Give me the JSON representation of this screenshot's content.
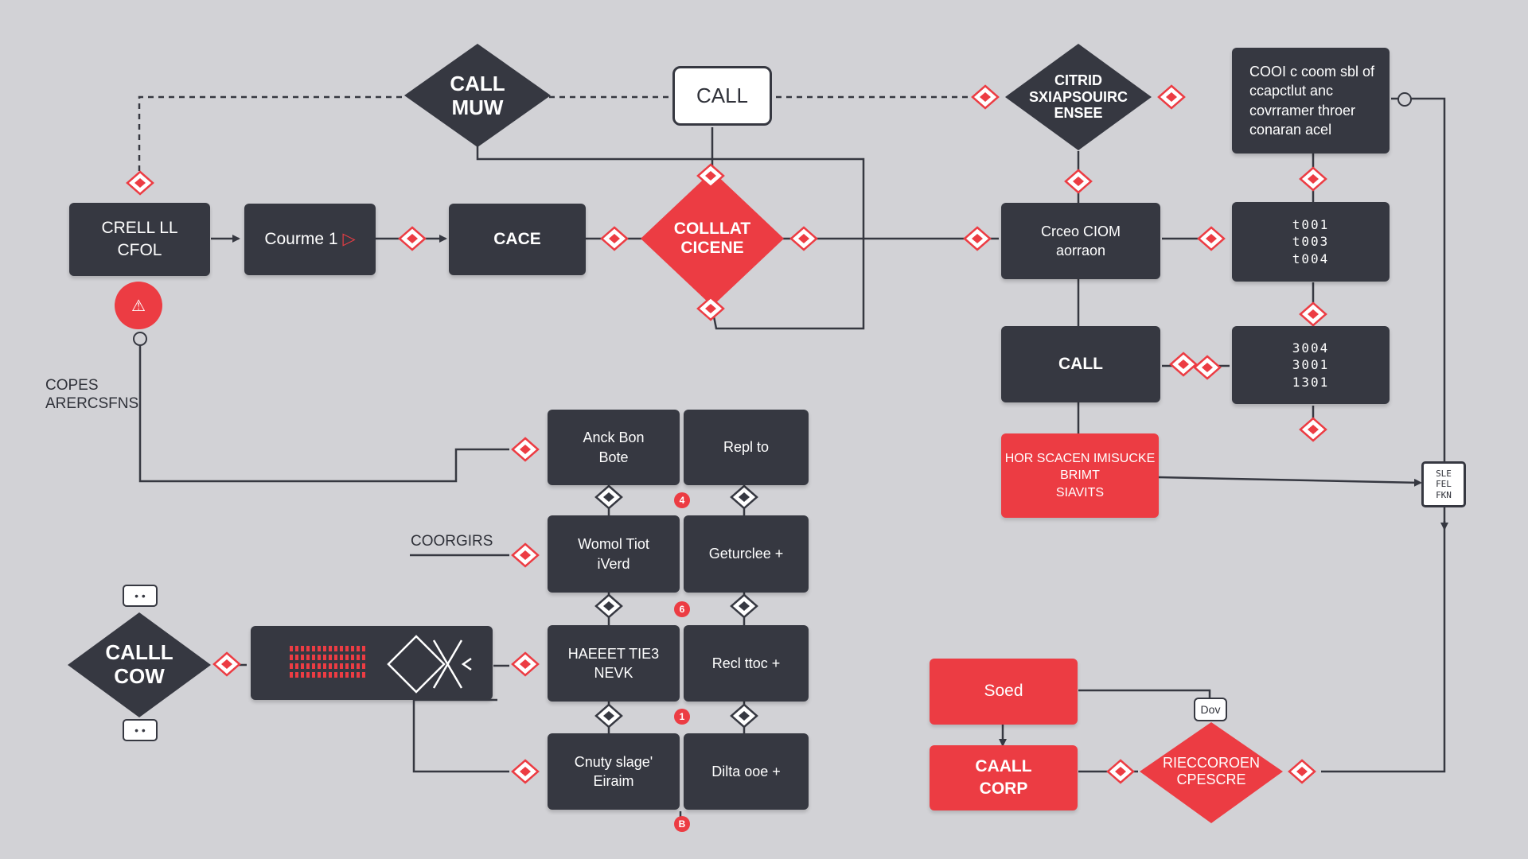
{
  "colors": {
    "background": "#d2d2d6",
    "dark": "#363841",
    "red": "#ec3c43",
    "white": "#ffffff"
  },
  "nodes": {
    "top_diamond": "CALL\nMUW",
    "top_call": "CALL",
    "top_right_diamond": "CITRID\nSXIAPSOUIRC\nENSEE",
    "top_right_box": "COOI c coom sbl of\nccapctlut anc\ncovrramer throer\nconaran acel",
    "crell_cfol": "CRELL LL\nCFOL",
    "courme": "Courme 1",
    "cace": "CACE",
    "center_diamond": "COLLLAT\nCICENE",
    "crceo_ciom": "Crceo CIOM\naorraon",
    "codes_a": "t001\nt003\nt004",
    "call_right": "CALL",
    "codes_b": "3004\n3001\n1301",
    "red_alert": "HOR SCACEN IMISUCKE\nBRIMT\nSIAVITS",
    "anck_bon": "Anck Bon\nBote",
    "repl_to": "Repl to",
    "womol": "Womol Tiot\niVerd",
    "geturclee": "Geturclee +",
    "haeet": "HAEEET TIE3\nNEVK",
    "recl_ttoc": "Recl ttoc +",
    "cnuty": "Cnuty slage'\nEiraim",
    "dilta": "Dilta ooe +",
    "call_cow": "CALLL\nCOW",
    "soed": "Soed",
    "caall_corp": "CAALL\nCORP",
    "bottom_diamond": "RIECCOROEN\nCPESCRE"
  },
  "free_labels": {
    "copes": "COPES\nARERCSFNS",
    "coorgirs": "COORGIRS"
  },
  "badges": {
    "b1": "4",
    "b2": "6",
    "b3": "1",
    "b4": "B"
  },
  "side_box": "SLE\nFEL\nFKN",
  "dov": "Dov",
  "pill_top": "• •",
  "pill_bottom": "• •",
  "connector_glyphs": {
    "courme_arrow": "▷",
    "alert_symbol": "⚠"
  },
  "icons": [
    "alert-icon",
    "diamond-connector-icon",
    "arrow-icon",
    "close-x-icon"
  ]
}
